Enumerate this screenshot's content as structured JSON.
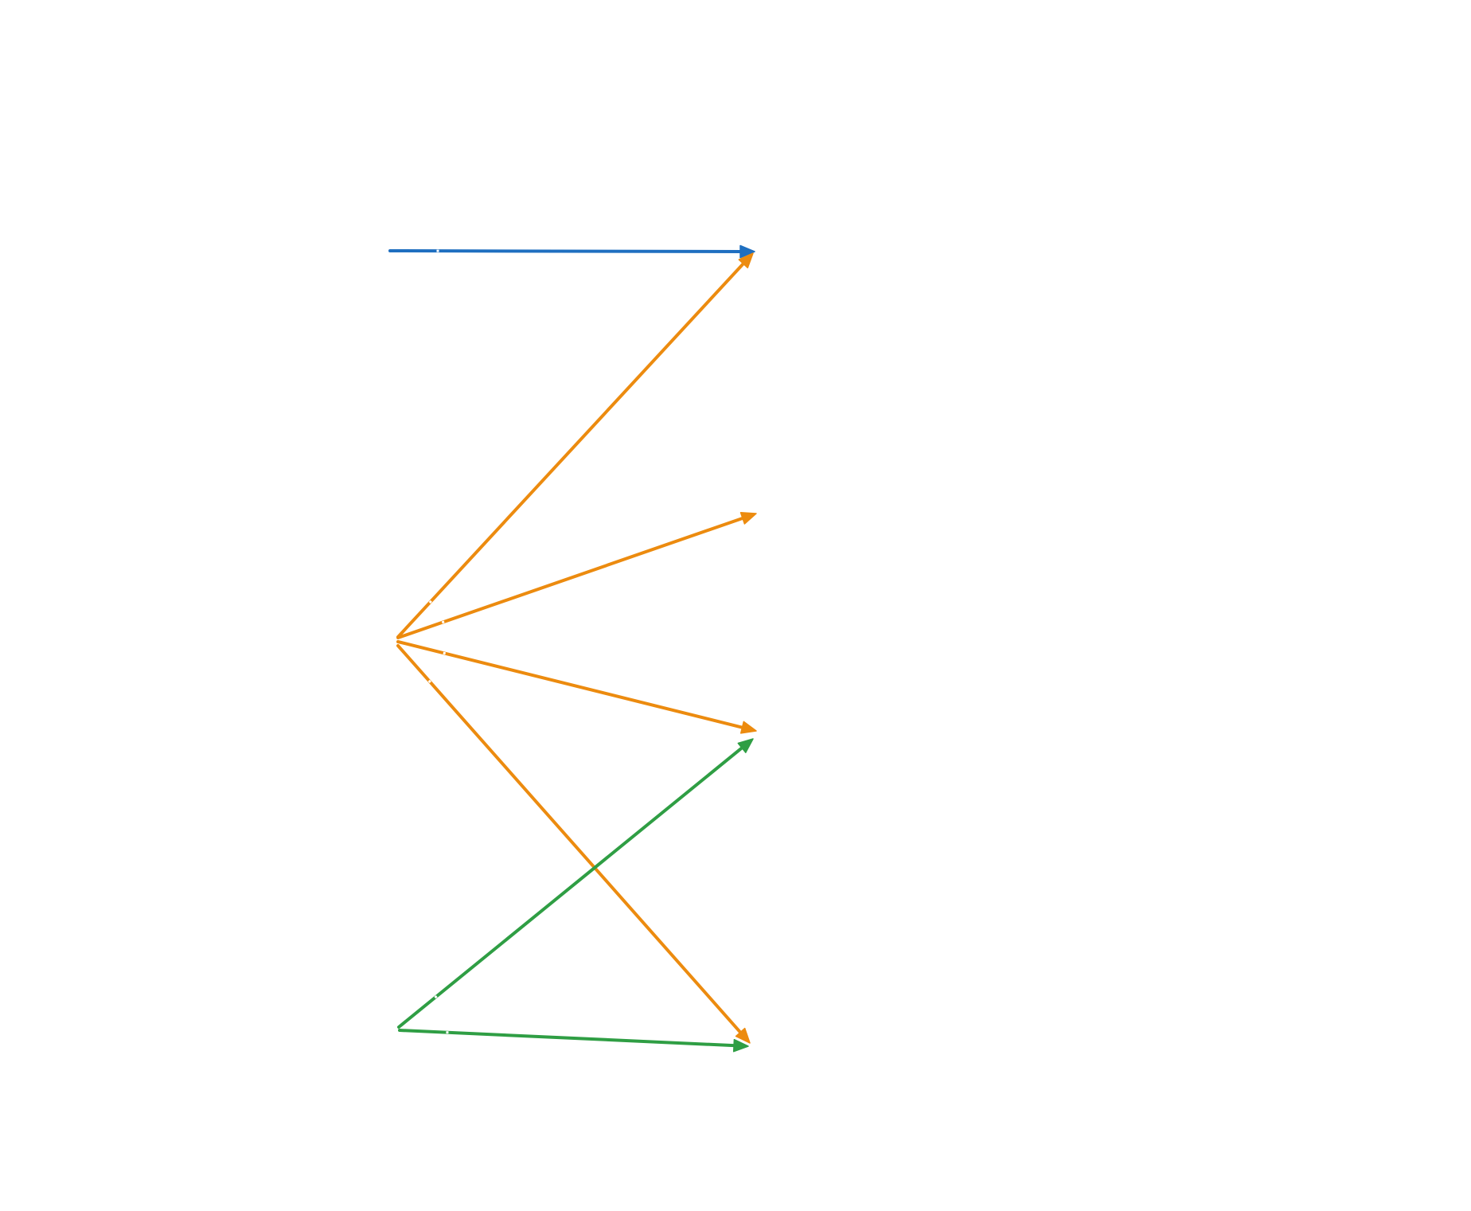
{
  "diagram": {
    "type": "bipartite-arrow-diagram",
    "colors": {
      "background": "#ffffff",
      "blue": "#1f6fc0",
      "orange": "#ec8b0f",
      "green": "#2f9e44"
    },
    "source_labels": [],
    "target_labels": [],
    "edges": [
      {
        "id": "edge-s1-t1",
        "from": "source-1",
        "to": "target-1",
        "color": "blue"
      },
      {
        "id": "edge-s2-t1",
        "from": "source-2",
        "to": "target-1",
        "color": "orange"
      },
      {
        "id": "edge-s2-t2",
        "from": "source-2",
        "to": "target-2",
        "color": "orange"
      },
      {
        "id": "edge-s2-t3",
        "from": "source-2",
        "to": "target-3",
        "color": "orange"
      },
      {
        "id": "edge-s2-t4",
        "from": "source-2",
        "to": "target-4",
        "color": "orange"
      },
      {
        "id": "edge-s3-t3",
        "from": "source-3",
        "to": "target-3",
        "color": "green"
      },
      {
        "id": "edge-s3-t4",
        "from": "source-3",
        "to": "target-4",
        "color": "green"
      }
    ]
  }
}
